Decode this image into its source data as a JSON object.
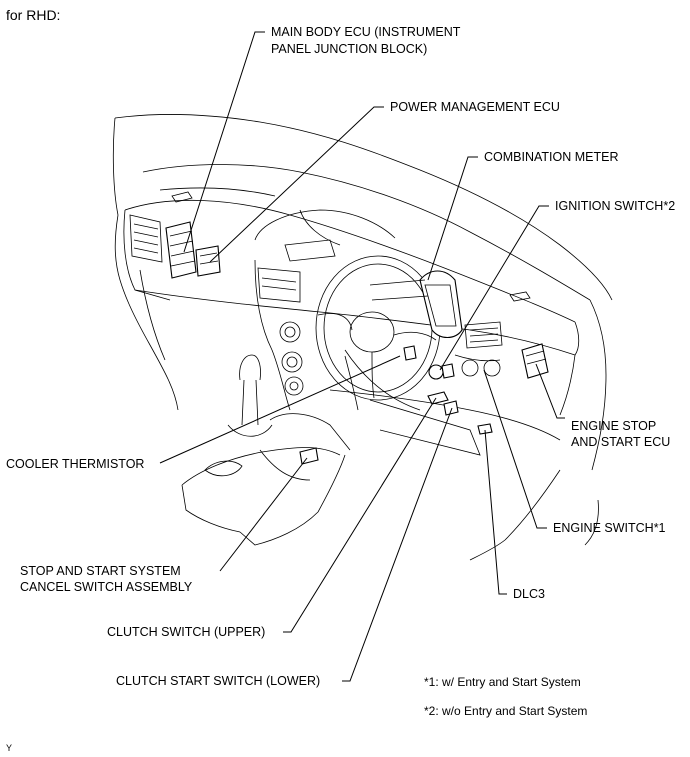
{
  "heading": "for RHD:",
  "labels": {
    "main_body_ecu_line1": "MAIN BODY ECU (INSTRUMENT",
    "main_body_ecu_line2": "PANEL JUNCTION BLOCK)",
    "power_management_ecu": "POWER MANAGEMENT ECU",
    "combination_meter": "COMBINATION METER",
    "ignition_switch": "IGNITION SWITCH*2",
    "engine_stop_start_ecu_line1": "ENGINE STOP",
    "engine_stop_start_ecu_line2": "AND START ECU",
    "cooler_thermistor": "COOLER THERMISTOR",
    "engine_switch": "ENGINE SWITCH*1",
    "stop_start_cancel_line1": "STOP AND START SYSTEM",
    "stop_start_cancel_line2": "CANCEL SWITCH ASSEMBLY",
    "dlc3": "DLC3",
    "clutch_switch_upper": "CLUTCH SWITCH (UPPER)",
    "clutch_start_switch_lower": "CLUTCH START SWITCH (LOWER)"
  },
  "notes": {
    "note1": "*1: w/ Entry and Start System",
    "note2": "*2: w/o Entry and Start System"
  },
  "figure_code": "Y"
}
